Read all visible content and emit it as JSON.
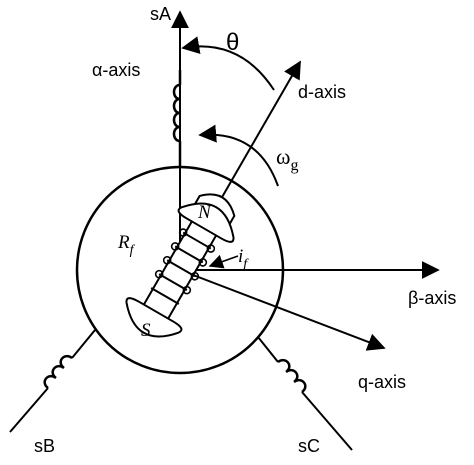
{
  "labels": {
    "sA": "sA",
    "sB": "sB",
    "sC": "sC",
    "alpha_axis": "α-axis",
    "beta_axis": "β-axis",
    "d_axis": "d-axis",
    "q_axis": "q-axis",
    "theta": "θ",
    "omega": "ω",
    "omega_sub": "g",
    "rf": "R",
    "rf_sub": "f",
    "if": "i",
    "if_sub": "f",
    "north": "N",
    "south": "S"
  },
  "colors": {
    "ink": "#000000",
    "background": "#ffffff"
  }
}
